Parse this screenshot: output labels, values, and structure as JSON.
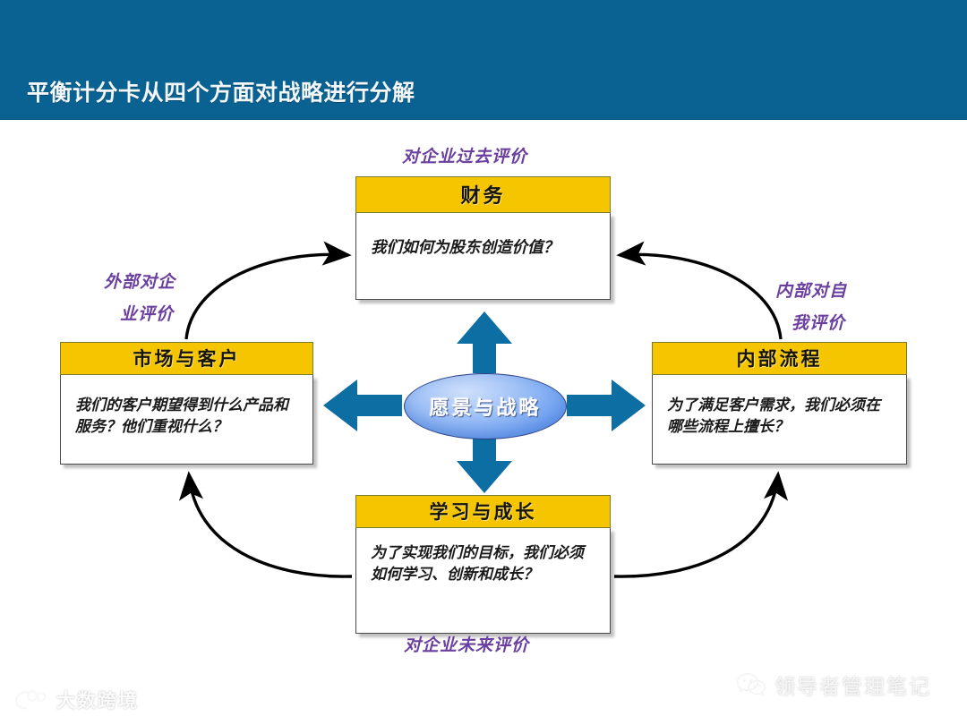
{
  "header": {
    "title": "平衡计分卡从四个方面对战略进行分解",
    "band_color": "#0a6292",
    "title_color": "#f2f6f8"
  },
  "center": {
    "label": "愿景与战略",
    "shape": "ellipse",
    "fill_color": "#7aa9f2",
    "text_color": "#ffffff"
  },
  "theme": {
    "box_header_fill": "#f5c500",
    "box_body_fill": "#ffffff",
    "annotation_color": "#6b3fa0",
    "arrow_color": "#0d6ea3",
    "curve_color": "#000000"
  },
  "perspectives": [
    {
      "id": "financial",
      "title": "财务",
      "question": "我们如何为股东创造价值？",
      "position": "top"
    },
    {
      "id": "customer",
      "title": "市场与客户",
      "question": "我们的客户期望得到什么产品和服务？他们重视什么？",
      "position": "left"
    },
    {
      "id": "internal_process",
      "title": "内部流程",
      "question": "为了满足客户需求，我们必须在哪些流程上擅长？",
      "position": "right"
    },
    {
      "id": "learning_growth",
      "title": "学习与成长",
      "question": "为了实现我们的目标，我们必须如何学习、创新和成长？",
      "position": "bottom"
    }
  ],
  "annotations": {
    "top": "对企业过去评价",
    "bottom": "对企业未来评价",
    "left_line1": "外部对企",
    "left_line2": "业评价",
    "right_line1": "内部对自",
    "right_line2": "我评价"
  },
  "watermarks": {
    "left": "大数跨境",
    "right": "领导者管理笔记"
  }
}
